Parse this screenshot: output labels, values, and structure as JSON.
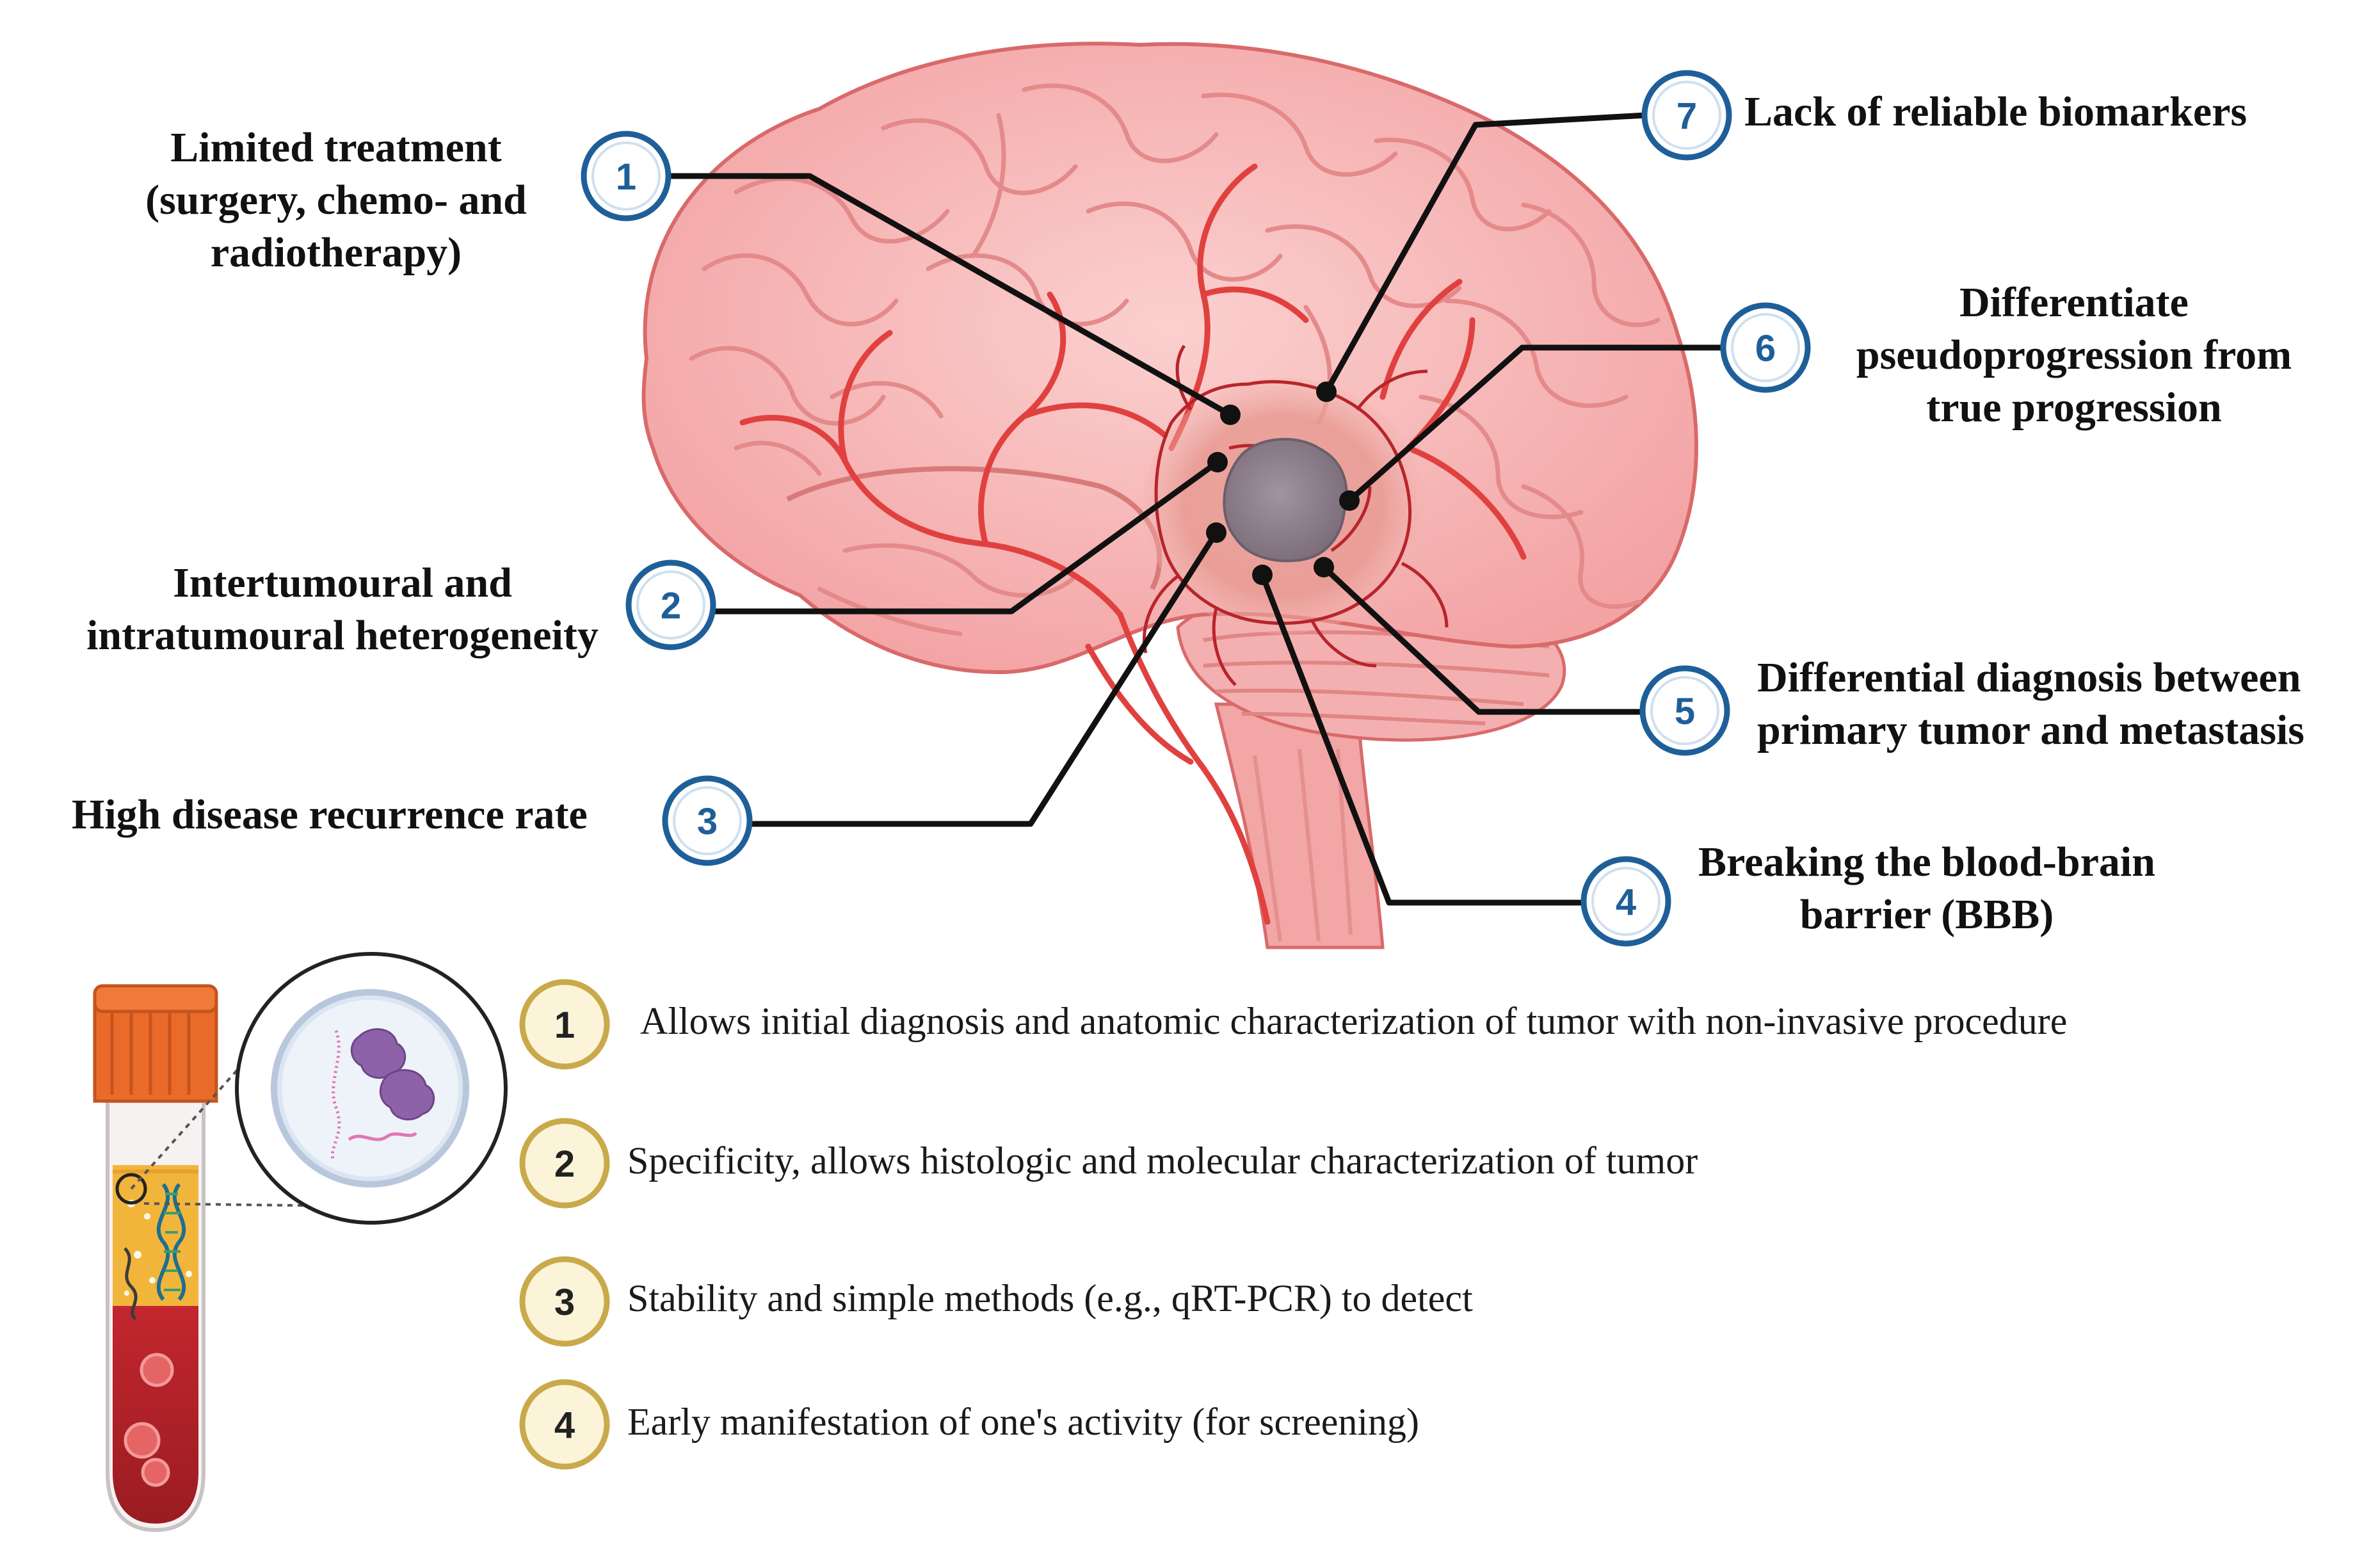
{
  "challenges": [
    {
      "number": "1",
      "lines": [
        "Limited treatment",
        "(surgery, chemo- and",
        "radiotherapy)"
      ]
    },
    {
      "number": "2",
      "lines": [
        "Intertumoural and",
        "intratumoural heterogeneity"
      ]
    },
    {
      "number": "3",
      "lines": [
        "High disease recurrence rate"
      ]
    },
    {
      "number": "4",
      "lines": [
        "Breaking the blood-brain",
        "barrier (BBB)"
      ]
    },
    {
      "number": "5",
      "lines": [
        "Differential diagnosis between",
        "primary tumor and metastasis"
      ]
    },
    {
      "number": "6",
      "lines": [
        "Differentiate",
        "pseudoprogression from",
        "true progression"
      ]
    },
    {
      "number": "7",
      "lines": [
        "Lack of reliable biomarkers"
      ]
    }
  ],
  "benefits": [
    {
      "number": "1",
      "text": "Allows initial diagnosis and anatomic characterization of tumor with non-invasive procedure"
    },
    {
      "number": "2",
      "text": "Specificity, allows histologic and molecular characterization of tumor"
    },
    {
      "number": "3",
      "text": "Stability and simple methods (e.g., qRT-PCR) to detect"
    },
    {
      "number": "4",
      "text": "Early manifestation of one's activity (for screening)"
    }
  ],
  "colors": {
    "challenge_badge_stroke": "#1f5f99",
    "challenge_badge_text": "#1f5f99",
    "benefit_badge_stroke": "#c9a94a",
    "benefit_badge_fill": "#fbf4d8",
    "brain_fill": "#f4a9a8",
    "brain_stroke": "#d96a6a",
    "vessel": "#e0413f",
    "tumor_core": "#8b7e86",
    "tube_cap": "#ea6a2a",
    "plasma": "#f2b53b",
    "blood": "#b8232b"
  }
}
